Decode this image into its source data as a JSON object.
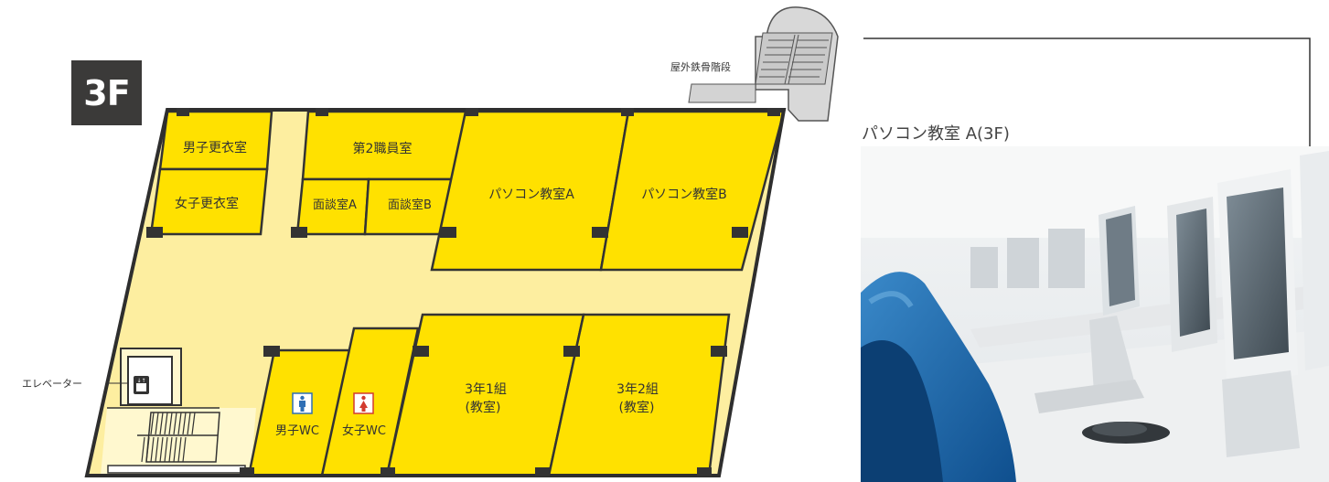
{
  "floor": {
    "badge": "3F"
  },
  "rooms": {
    "men_locker": "男子更衣室",
    "women_locker": "女子更衣室",
    "staff_room_2": "第2職員室",
    "interview_a": "面談室A",
    "interview_b": "面談室B",
    "pc_room_a": "パソコン教室A",
    "pc_room_b": "パソコン教室B",
    "class_3_1": "3年1組",
    "class_3_1_sub": "(教室)",
    "class_3_2": "3年2組",
    "class_3_2_sub": "(教室)",
    "men_wc": "男子WC",
    "women_wc": "女子WC"
  },
  "labels": {
    "elevator": "エレベーター",
    "outdoor_stairs": "屋外鉄骨階段"
  },
  "photo": {
    "title": "パソコン教室 A(3F)"
  },
  "colors": {
    "room_fill": "#ffe100",
    "corridor_fill": "#fdeea0",
    "wall": "#2e2e2e",
    "men_icon": "#2f6fb5",
    "women_icon": "#d23b2f"
  }
}
